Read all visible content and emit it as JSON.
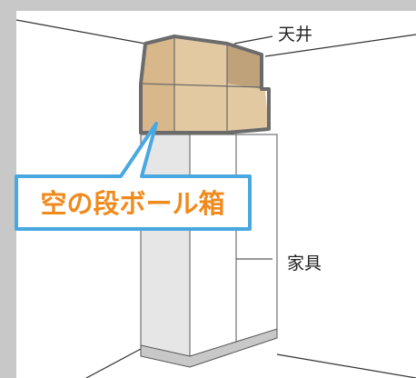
{
  "labels": {
    "ceiling": "天井",
    "furniture": "家具",
    "callout": "空の段ボール箱"
  },
  "colors": {
    "wall_frame": "#c8c8c8",
    "box_light": "#e3c9a1",
    "box_mid": "#d8b78a",
    "box_dark": "#bfa27a",
    "box_outline": "#6b6b6b",
    "cabinet_front": "#ffffff",
    "cabinet_side": "#e6e6e6",
    "cabinet_base": "#c8c8c8",
    "callout_border": "#4aa8e0",
    "callout_text": "#f08a1c"
  }
}
